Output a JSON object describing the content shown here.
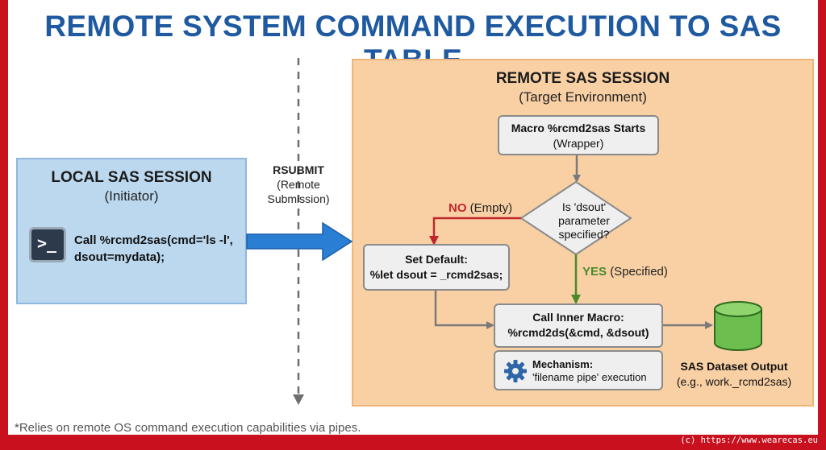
{
  "title": "REMOTE SYSTEM COMMAND EXECUTION TO SAS TABLE",
  "local": {
    "heading": "LOCAL SAS SESSION",
    "subheading": "(Initiator)",
    "terminal_glyph": ">_",
    "call_line1": "Call %rcmd2sas(cmd='ls -l',",
    "call_line2": "dsout=mydata);"
  },
  "rsubmit": {
    "line1": "RSUBMIT",
    "line2": "(Remote",
    "line3": "Submission)"
  },
  "remote": {
    "heading": "REMOTE SAS SESSION",
    "subheading": "(Target Environment)",
    "start_line1": "Macro %rcmd2sas Starts",
    "start_line2": "(Wrapper)",
    "decision_line1": "Is 'dsout'",
    "decision_line2": "parameter",
    "decision_line3": "specified?",
    "no_word": "NO",
    "no_detail": "(Empty)",
    "yes_word": "YES",
    "yes_detail": "(Specified)",
    "default_line1": "Set Default:",
    "default_line2": "%let dsout = _rcmd2sas;",
    "inner_line1": "Call Inner Macro:",
    "inner_line2": "%rcmd2ds(&cmd, &dsout)",
    "mech_line1": "Mechanism:",
    "mech_line2": "'filename pipe' execution",
    "output_line1": "SAS Dataset Output",
    "output_line2": "(e.g., work._rcmd2sas)"
  },
  "footnote": "*Relies on remote OS command execution capabilities via pipes.",
  "credit": "(c) https://www.wearecas.eu",
  "colors": {
    "frame": "#c8101e",
    "title": "#1f5aa0",
    "local_fill": "#bcd8ef",
    "remote_fill": "#f9d0a4",
    "arrow_blue": "#2a7fd4",
    "no_red": "#c0272d",
    "yes_green": "#4a8a2a",
    "db_green": "#6cbf4e"
  },
  "icons": [
    "terminal-icon",
    "gear-icon",
    "database-icon"
  ]
}
